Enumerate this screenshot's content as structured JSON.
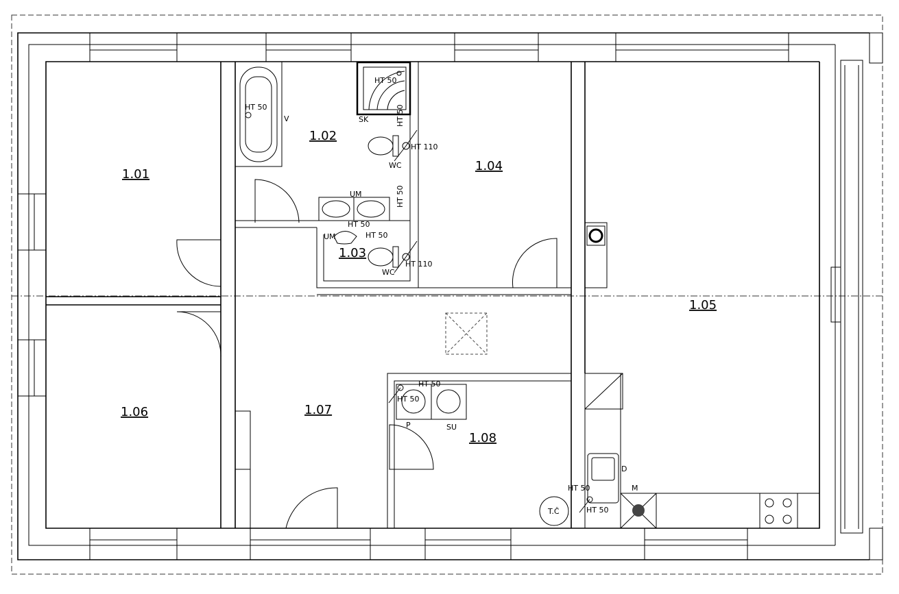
{
  "rooms": {
    "r101": "1.01",
    "r102": "1.02",
    "r103": "1.03",
    "r104": "1.04",
    "r105": "1.05",
    "r106": "1.06",
    "r107": "1.07",
    "r108": "1.08"
  },
  "labels": {
    "bath_drain": "HT 50",
    "bath": "V",
    "shower": "SK",
    "shower_drain": "HT 50",
    "shower_riser": "HT 50",
    "wc1": "WC",
    "wc1_pipe": "HT 110",
    "basin_double": "UM",
    "riser_102": "HT 50",
    "basin_pipe": "HT 50",
    "basin_103": "UM",
    "pipe_103": "HT 50",
    "wc2": "WC",
    "wc2_pipe": "HT 110",
    "washer": "P",
    "dryer": "SU",
    "laundry_pipe_top": "HT 50",
    "laundry_pipe": "HT 50",
    "heat_pump": "T.Č",
    "dishwasher": "D",
    "sink_pipe_top": "HT 50",
    "sink_pipe": "HT 50",
    "hob": "M"
  }
}
